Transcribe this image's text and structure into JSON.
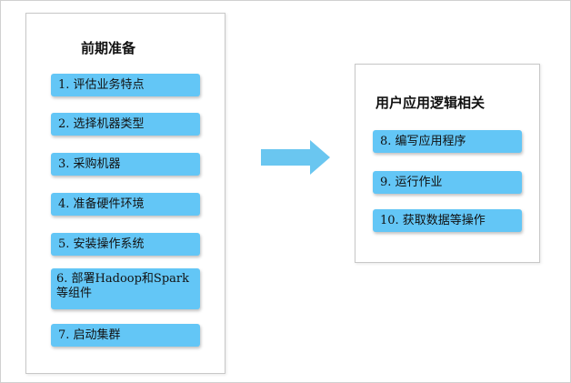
{
  "colors": {
    "step_fill": "#63c6f6",
    "arrow_fill": "#6ac6f0",
    "panel_border": "#c8c8c8"
  },
  "prep": {
    "title": "前期准备",
    "steps": [
      "1. 评估业务特点",
      "2. 选择机器类型",
      "3. 采购机器",
      "4. 准备硬件环境",
      "5. 安装操作系统",
      "6. 部署Hadoop和Spark等组件",
      "7. 启动集群"
    ]
  },
  "app": {
    "title": "用户应用逻辑相关",
    "steps": [
      "8. 编写应用程序",
      "9. 运行作业",
      "10. 获取数据等操作"
    ]
  },
  "arrow": {
    "icon": "right-arrow-icon"
  }
}
